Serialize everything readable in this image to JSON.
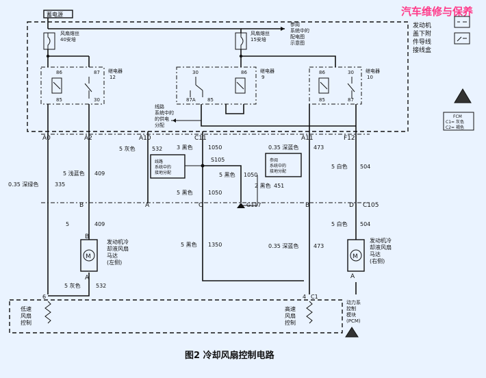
{
  "watermark": "汽车维修与保养",
  "caption": "图2  冷却风扇控制电路",
  "hot_label": "蓄电源",
  "engine_box": [
    "发动机",
    "盖下附",
    "件导线",
    "接线盒"
  ],
  "right_legend": {
    "box": "FCM",
    "c1": "C1= 灰色",
    "c2": "C2= 褐色"
  },
  "fuses": [
    {
      "l1": "风扇熔丝",
      "l2": "40安培"
    },
    {
      "l1": "风扇熔丝",
      "l2": "15安培"
    }
  ],
  "fuse_note": [
    "参阅",
    "系统中的",
    "配电图",
    "示意图"
  ],
  "dist_note": [
    "线路",
    "系统中的",
    "的供电",
    "分配"
  ],
  "relays": [
    {
      "n": "继电器",
      "num": "12",
      "p1": "86",
      "p2": "87",
      "p3": "85",
      "p4": "30"
    },
    {
      "n": "继电器",
      "num": "9",
      "p1": "30",
      "p2": "86",
      "p3": "87A",
      "p4": "85"
    },
    {
      "n": "继电器",
      "num": "10",
      "p1": "86",
      "p2": "30",
      "p3": "85",
      "p4": "87"
    }
  ],
  "pins": {
    "a0": "A0",
    "a2": "A2",
    "a10": "A10",
    "c11": "C11",
    "a11": "A11",
    "f12": "F12"
  },
  "wires": {
    "w_a0": "0.35  深绿色",
    "w_a0n": "335",
    "w_a2": "5  浅蓝色",
    "w_a2n": "409",
    "w_a2b": "5",
    "w_a2bn": "409",
    "w_a10": "5  灰色",
    "w_a10n": "532",
    "w_c11": "3  黑色",
    "w_c11n": "1050",
    "w_s": "5  黑色",
    "w_sn": "1050",
    "w_c11b": "5  黑色",
    "w_c11bn": "1050",
    "w_g": "2  黑色",
    "w_gn": "451",
    "w_a11": "0.35  深蓝色",
    "w_a11n": "473",
    "w_a11b": "0.35  深蓝色",
    "w_a11bn": "473",
    "w_f12": "5  白色",
    "w_f12n": "504",
    "w_f12b": "5  白色",
    "w_f12bn": "504",
    "w_c1": "5  黑色",
    "w_c1n": "1350",
    "w_bot": "5  灰色",
    "w_botn": "532"
  },
  "splice": "S105",
  "ground": "G117",
  "ground_note": [
    "参阅",
    "系统中的",
    "接地分配"
  ],
  "dist_note2": [
    "线路",
    "系统中的",
    "接地分配"
  ],
  "conn": {
    "b1": "B",
    "a1": "A",
    "c1": "C",
    "b2": "B",
    "d1": "D",
    "c105": "C105",
    "b3": "B",
    "a3": "A",
    "a4": "A"
  },
  "motor_left": [
    "发动机冷",
    "却液风扇",
    "马达",
    "(左侧)"
  ],
  "motor_right": [
    "发动机冷",
    "却液风扇",
    "马达",
    "(右侧)"
  ],
  "bot_pins": {
    "p6": "6",
    "p4": "4",
    "c1": "C1"
  },
  "low_ctrl": [
    "低速",
    "风扇",
    "控制"
  ],
  "high_ctrl": [
    "高速",
    "风扇",
    "控制"
  ],
  "pcm_label": [
    "动力系",
    "控制",
    "模块",
    "(PCM)"
  ]
}
